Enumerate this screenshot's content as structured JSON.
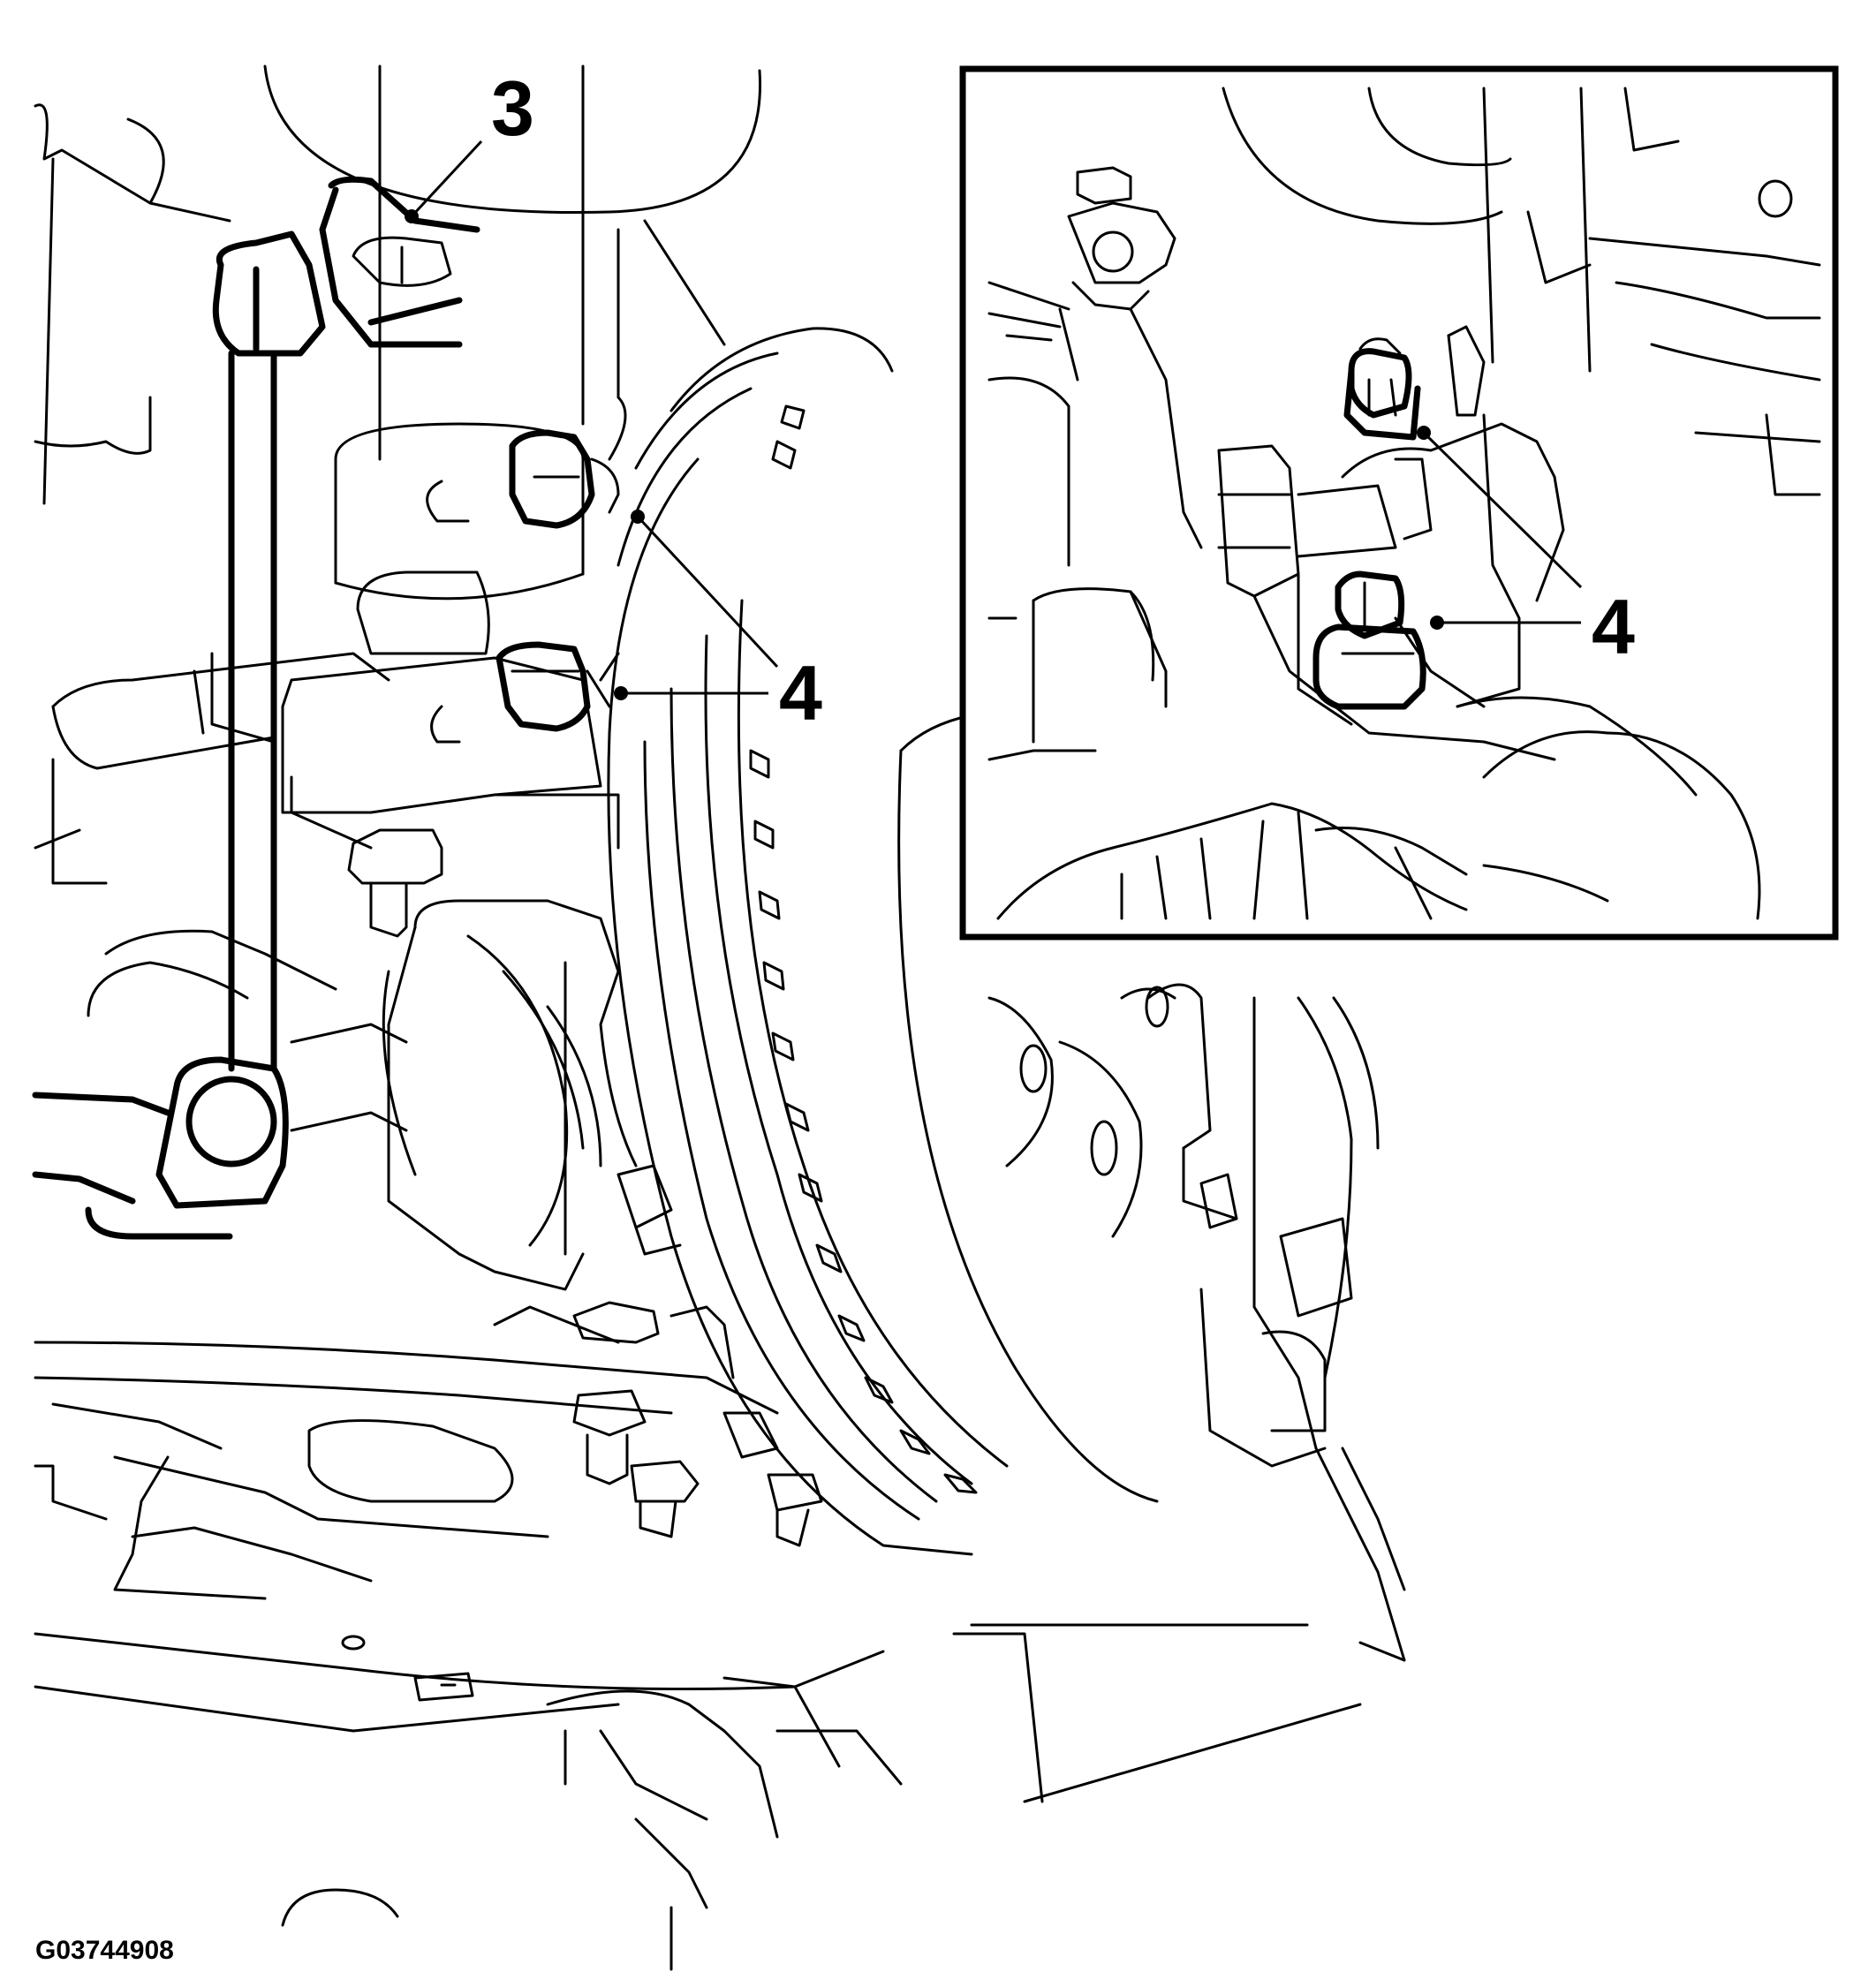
{
  "callouts": {
    "label_3": "3",
    "label_4_main": "4",
    "label_4_inset": "4"
  },
  "figure_id": "G03744908",
  "colors": {
    "ink": "#000000",
    "background": "#ffffff"
  }
}
